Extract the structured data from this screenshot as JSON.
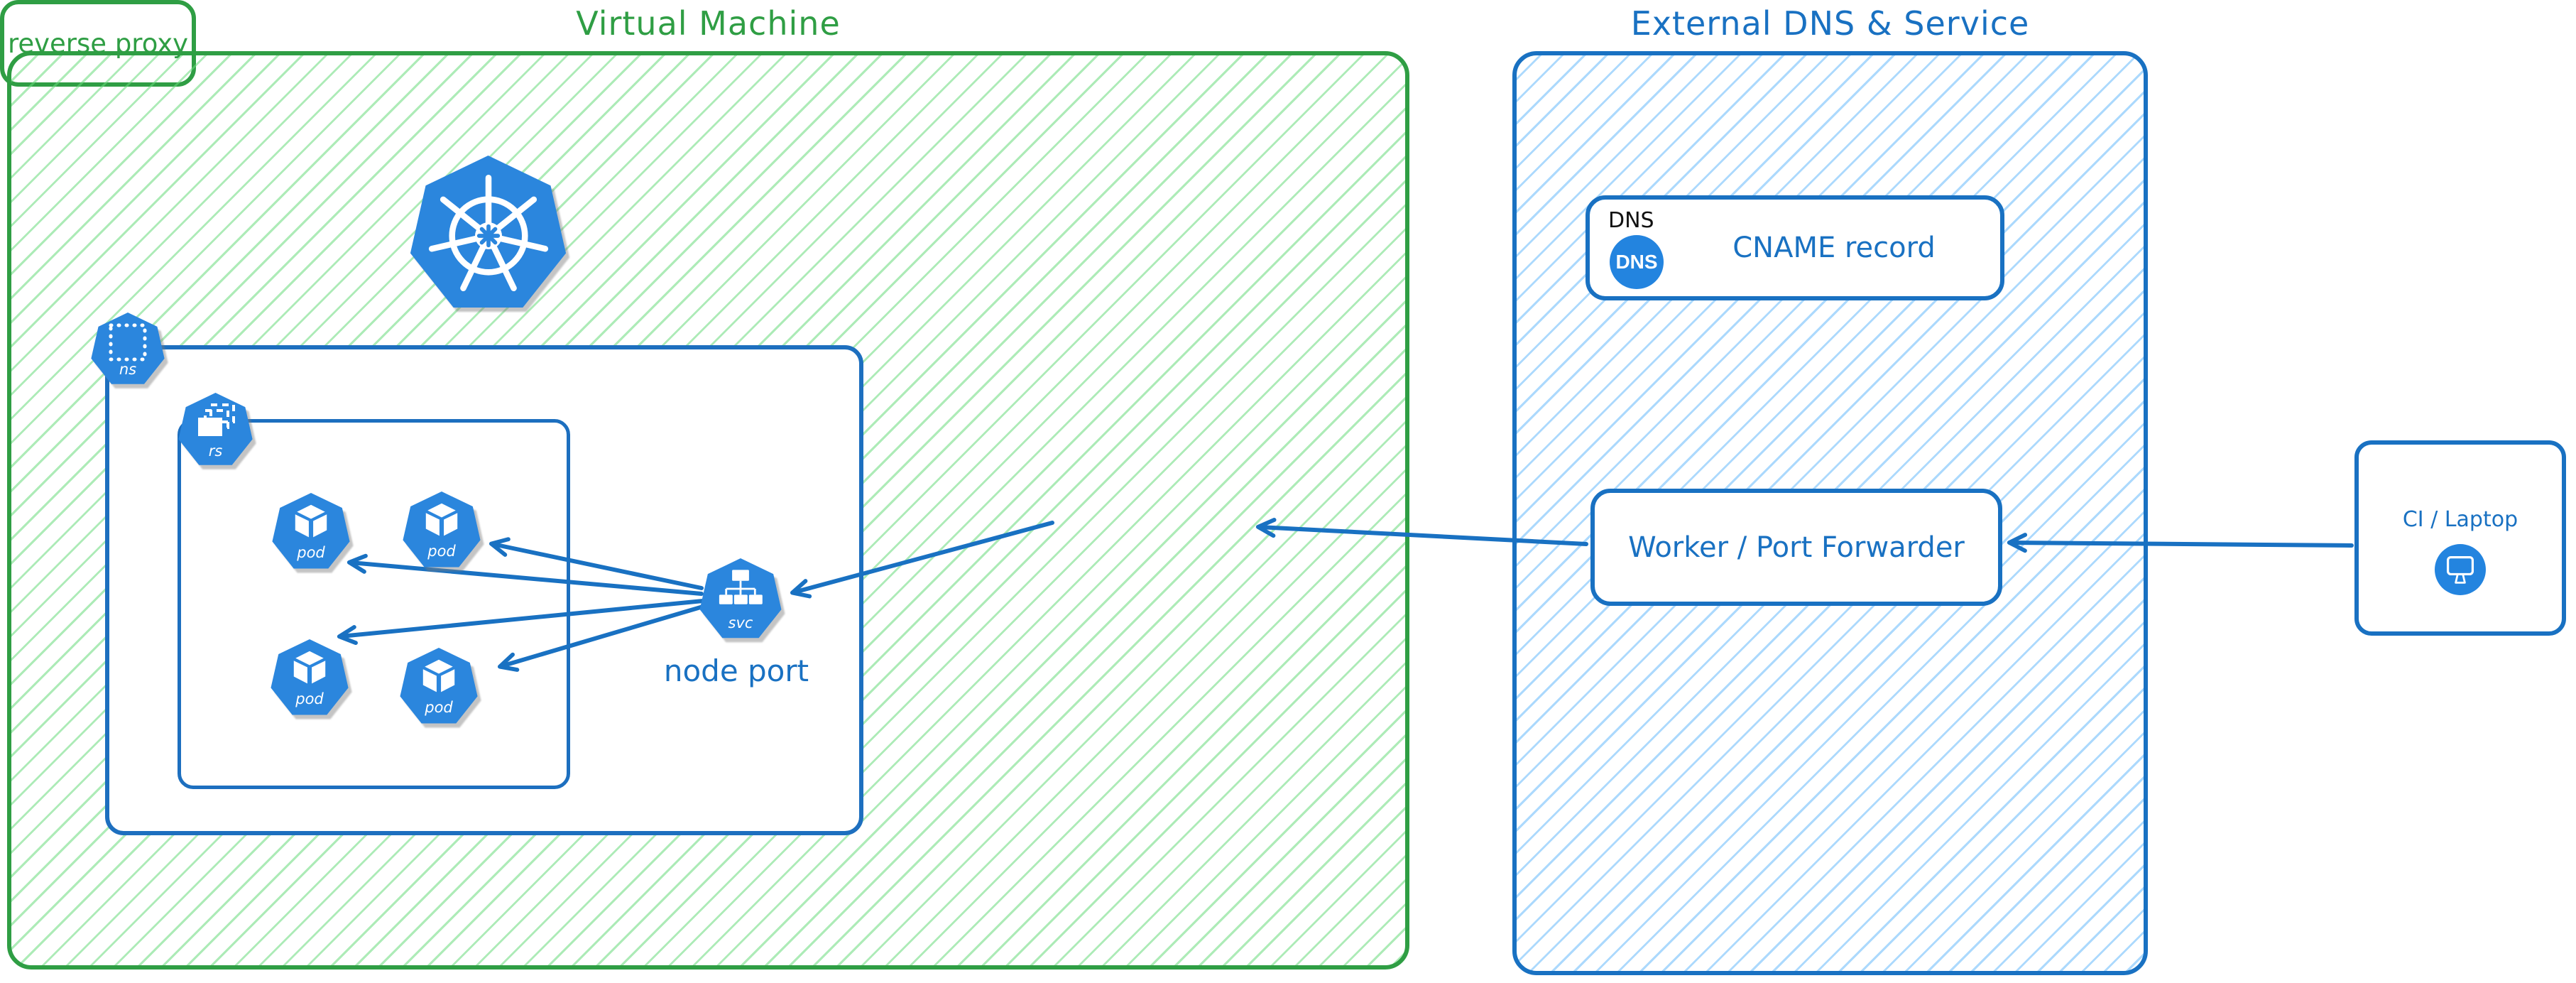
{
  "vm_group": {
    "title": "Virtual Machine"
  },
  "external_group": {
    "title": "External DNS & Service"
  },
  "icons": {
    "kubernetes_logo": "kubernetes-logo",
    "namespace": {
      "label": "ns"
    },
    "replicaset": {
      "label": "rs"
    },
    "service": {
      "label": "svc"
    }
  },
  "pods": [
    {
      "label": "pod"
    },
    {
      "label": "pod"
    },
    {
      "label": "pod"
    },
    {
      "label": "pod"
    }
  ],
  "node_port": {
    "label": "node port"
  },
  "reverse_proxy": {
    "label": "reverse proxy"
  },
  "dns_card": {
    "corner_label": "DNS",
    "badge_label": "DNS",
    "text": "CNAME record"
  },
  "worker": {
    "label": "Worker / Port Forwarder"
  },
  "ci": {
    "label": "CI / Laptop"
  },
  "colors": {
    "green_stroke": "#2f9e44",
    "green_hatch": "#8fe3a1",
    "blue_stroke": "#1971c2",
    "blue_hatch": "#74c0fc",
    "icon_blue": "#2b86dd",
    "badge_blue": "#2384df",
    "dns_corner_text": "#111111"
  }
}
